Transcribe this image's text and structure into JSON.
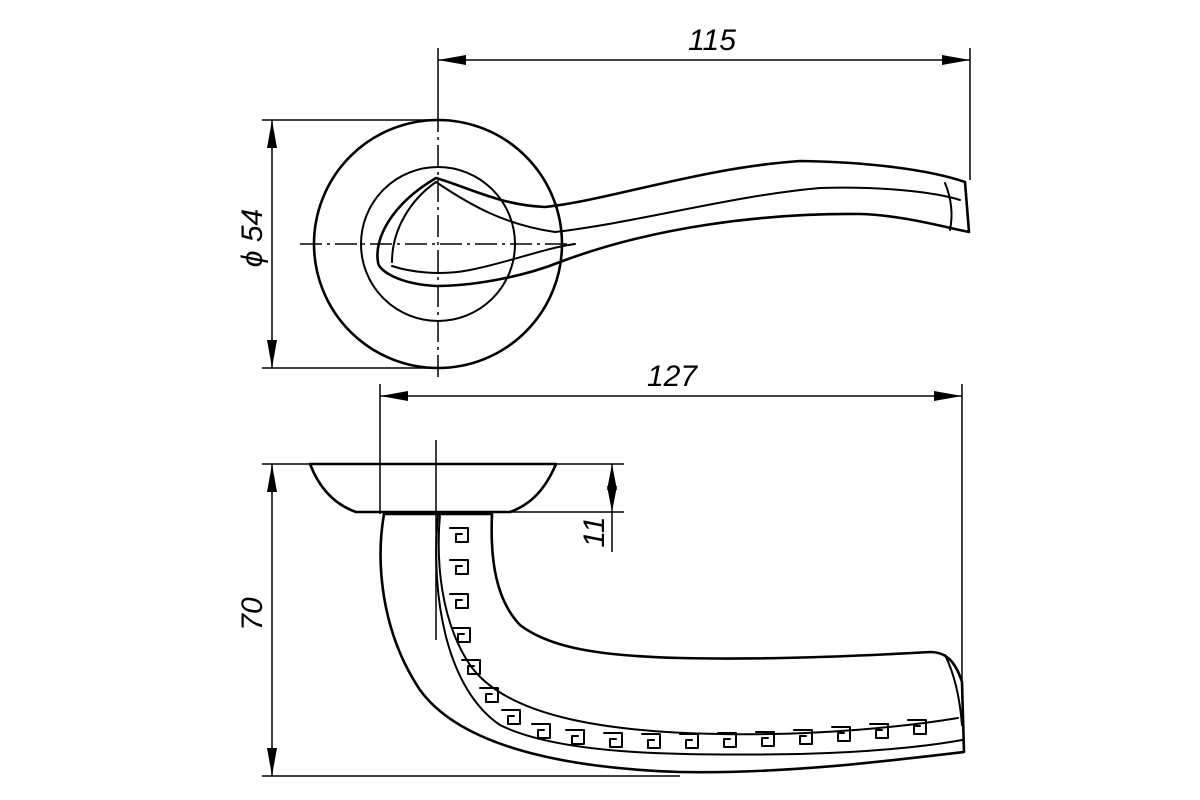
{
  "dimensions": {
    "top_view_length": "115",
    "rosette_diameter": "ϕ 54",
    "side_view_length": "127",
    "rosette_height": "11",
    "total_height": "70"
  },
  "colors": {
    "line": "#000000",
    "background": "#ffffff"
  }
}
